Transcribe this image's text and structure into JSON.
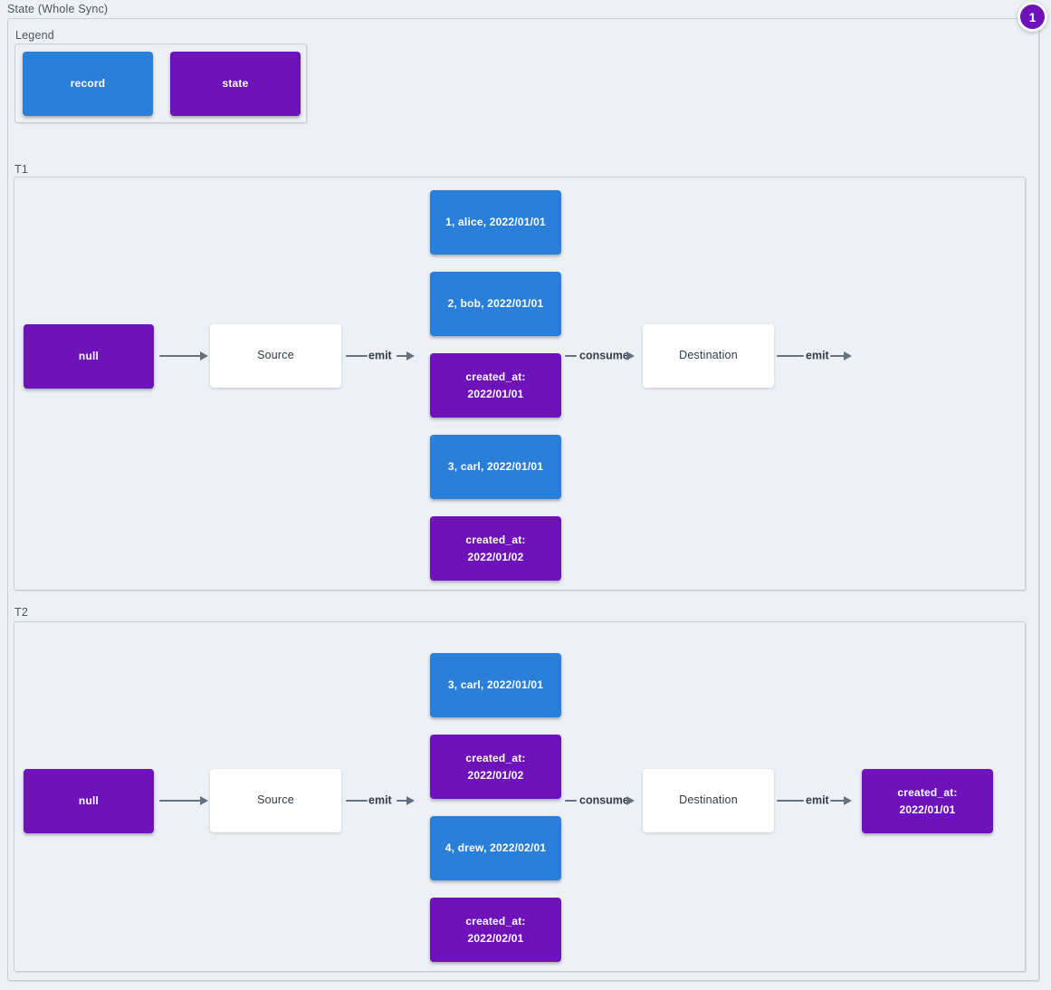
{
  "title": "State (Whole Sync)",
  "badge": {
    "value": "1"
  },
  "legend": {
    "title": "Legend",
    "items": [
      {
        "label": "record",
        "type": "record"
      },
      {
        "label": "state",
        "type": "state"
      }
    ]
  },
  "colors": {
    "record_blue": "#2a7fd8",
    "state_purple": "#6e12ba",
    "arrow_gray": "#64727f",
    "background": "#edf0f5",
    "frame_border": "#c7d0da"
  },
  "sections": [
    {
      "title": "T1",
      "input": "null",
      "source": "Source",
      "emit_label": "emit",
      "consume_label": "consume",
      "emit_out_label": "emit",
      "destination": "Destination",
      "stack": [
        {
          "label": "1, alice, 2022/01/01",
          "type": "record"
        },
        {
          "label": "2, bob, 2022/01/01",
          "type": "record"
        },
        {
          "label": "created_at:\n2022/01/01",
          "type": "state"
        },
        {
          "label": "3, carl, 2022/01/01",
          "type": "record"
        },
        {
          "label": "created_at:\n2022/01/02",
          "type": "state"
        }
      ]
    },
    {
      "title": "T2",
      "input": "null",
      "source": "Source",
      "emit_label": "emit",
      "consume_label": "consume",
      "emit_out_label": "emit",
      "destination": "Destination",
      "stack": [
        {
          "label": "3, carl, 2022/01/01",
          "type": "record"
        },
        {
          "label": "created_at:\n2022/01/02",
          "type": "state"
        },
        {
          "label": "4, drew, 2022/02/01",
          "type": "record"
        },
        {
          "label": "created_at:\n2022/02/01",
          "type": "state"
        }
      ],
      "output": "created_at:\n2022/01/01"
    }
  ]
}
